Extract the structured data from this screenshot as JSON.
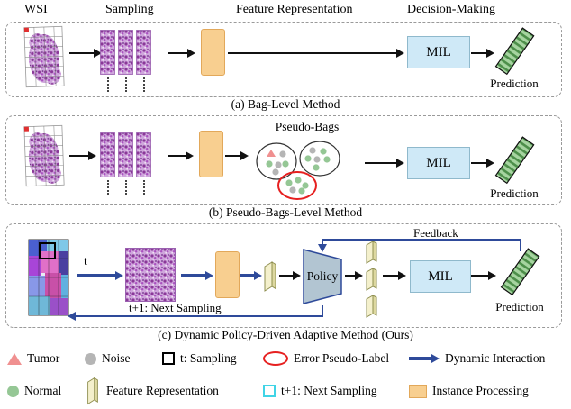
{
  "headers": {
    "wsi": "WSI",
    "sampling": "Sampling",
    "feature_representation": "Feature Representation",
    "decision_making": "Decision-Making"
  },
  "panel_a": {
    "caption": "(a) Bag-Level Method",
    "mil": "MIL",
    "prediction": "Prediction"
  },
  "panel_b": {
    "caption": "(b) Pseudo-Bags-Level Method",
    "pseudo_bags": "Pseudo-Bags",
    "mil": "MIL",
    "prediction": "Prediction"
  },
  "panel_c": {
    "caption": "(c) Dynamic Policy-Driven Adaptive Method (Ours)",
    "t": "t",
    "policy": "Policy",
    "feedback": "Feedback",
    "next_sampling": "t+1: Next Sampling",
    "mil": "MIL",
    "prediction": "Prediction"
  },
  "legend": {
    "tumor": "Tumor",
    "noise": "Noise",
    "t_sampling": "t: Sampling",
    "error_pseudo_label": "Error Pseudo-Label",
    "dynamic_interaction": "Dynamic Interaction",
    "normal": "Normal",
    "feature_representation": "Feature Representation",
    "t_next_sampling": "t+1: Next Sampling",
    "instance_processing": "Instance Processing"
  },
  "colors": {
    "mil_fill": "#cfe9f7",
    "instance_fill": "#f8cf90",
    "dynamic_blue": "#2e4a9a",
    "tumor_pink": "#f09090",
    "noise_gray": "#b5b5b5",
    "normal_green": "#95c795",
    "error_red": "#e62020",
    "next_cyan": "#40d4e6",
    "prediction_green": "#4d8f4a",
    "feature_bar": "#f4f0cc"
  }
}
